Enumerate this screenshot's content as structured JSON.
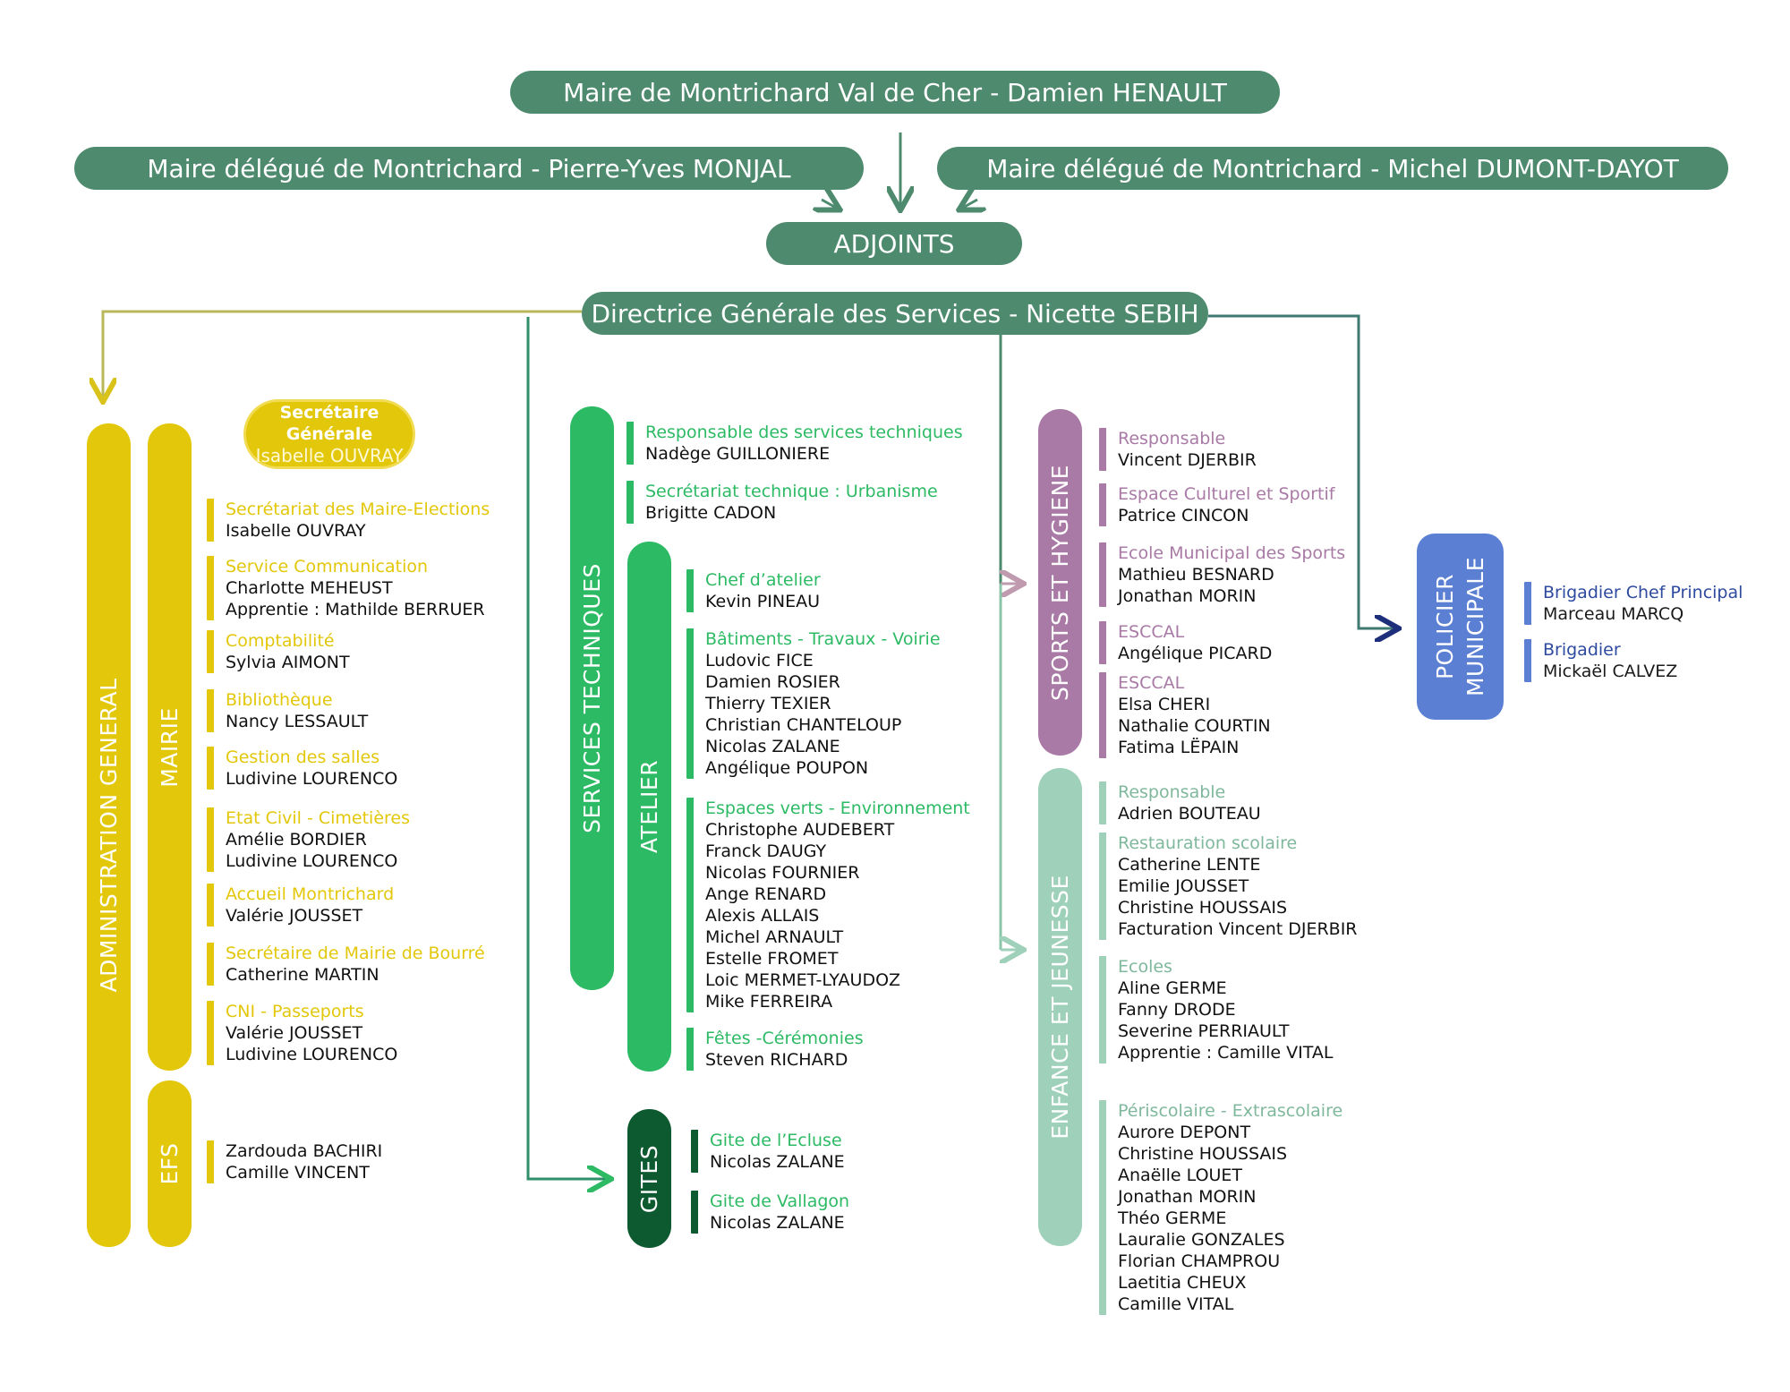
{
  "header": {
    "mayor": "Maire de Montrichard Val de Cher - Damien HENAULT",
    "deputy_left": "Maire délégué de Montrichard - Pierre-Yves MONJAL",
    "deputy_right": "Maire délégué de Montrichard - Michel DUMONT-DAYOT",
    "adjoints": "ADJOINTS",
    "dgs": "Directrice Générale des Services - Nicette SEBIH"
  },
  "colors": {
    "header": "#4e8a6e",
    "admin": "#e3c70a",
    "technique": "#2dba64",
    "gites": "#0e5a30",
    "sports": "#a97aa6",
    "enfance": "#9fd1ba",
    "police": "#5b7fd3",
    "police_text": "#2e4a9e"
  },
  "admin": {
    "bar_label": "ADMINISTRATION GENERAL",
    "mairie_label": "MAIRIE",
    "efs_label": "EFS",
    "secretaire": {
      "title": "Secrétaire Générale",
      "name": "Isabelle OUVRAY"
    },
    "mairie_entries": [
      {
        "title": "Secrétariat des Maire-Elections",
        "names": [
          "Isabelle OUVRAY"
        ]
      },
      {
        "title": "Service Communication",
        "names": [
          "Charlotte MEHEUST",
          "Apprentie : Mathilde BERRUER"
        ]
      },
      {
        "title": "Comptabilité",
        "names": [
          "Sylvia AIMONT"
        ]
      },
      {
        "title": "Bibliothèque",
        "names": [
          "Nancy LESSAULT"
        ]
      },
      {
        "title": "Gestion des salles",
        "names": [
          "Ludivine LOURENCO"
        ]
      },
      {
        "title": "Etat Civil - Cimetières",
        "names": [
          "Amélie BORDIER",
          "Ludivine LOURENCO"
        ]
      },
      {
        "title": "Accueil Montrichard",
        "names": [
          "Valérie JOUSSET"
        ]
      },
      {
        "title": "Secrétaire de Mairie de Bourré",
        "names": [
          "Catherine MARTIN"
        ]
      },
      {
        "title": "CNI - Passeports",
        "names": [
          "Valérie JOUSSET",
          "Ludivine LOURENCO"
        ]
      }
    ],
    "efs_entries": [
      {
        "title": "",
        "names": [
          "Zardouda BACHIRI",
          "Camille VINCENT"
        ]
      }
    ]
  },
  "technique": {
    "bar_label": "SERVICES TECHNIQUES",
    "atelier_label": "ATELIER",
    "gites_label": "GITES",
    "entries": [
      {
        "title": "Responsable des services techniques",
        "names": [
          "Nadège GUILLONIERE"
        ]
      },
      {
        "title": "Secrétariat technique : Urbanisme",
        "names": [
          "Brigitte CADON"
        ]
      }
    ],
    "atelier_entries": [
      {
        "title": "Chef d’atelier",
        "names": [
          "Kevin PINEAU"
        ]
      },
      {
        "title": "Bâtiments - Travaux - Voirie",
        "names": [
          "Ludovic FICE",
          "Damien ROSIER",
          "Thierry TEXIER",
          "Christian CHANTELOUP",
          "Nicolas ZALANE",
          "Angélique POUPON"
        ]
      },
      {
        "title": "Espaces verts - Environnement",
        "names": [
          "Christophe AUDEBERT",
          "Franck DAUGY",
          "Nicolas FOURNIER",
          "Ange RENARD",
          "Alexis ALLAIS",
          "Michel ARNAULT",
          "Estelle FROMET",
          "Loic MERMET-LYAUDOZ",
          "Mike FERREIRA"
        ]
      },
      {
        "title": "Fêtes -Cérémonies",
        "names": [
          "Steven RICHARD"
        ]
      }
    ],
    "gites_entries": [
      {
        "title": "Gite de l’Ecluse",
        "names": [
          "Nicolas ZALANE"
        ]
      },
      {
        "title": "Gite de Vallagon",
        "names": [
          "Nicolas ZALANE"
        ]
      }
    ]
  },
  "sports": {
    "bar_label": "SPORTS ET HYGIENE",
    "entries": [
      {
        "title": "Responsable",
        "names": [
          "Vincent DJERBIR"
        ]
      },
      {
        "title": "Espace Culturel et Sportif",
        "names": [
          "Patrice CINCON"
        ]
      },
      {
        "title": "Ecole Municipal des Sports",
        "names": [
          "Mathieu BESNARD",
          "Jonathan MORIN"
        ]
      },
      {
        "title": "ESCCAL",
        "names": [
          "Angélique PICARD"
        ]
      },
      {
        "title": "ESCCAL",
        "names": [
          "Elsa CHERI",
          "Nathalie COURTIN",
          "Fatima LËPAIN"
        ]
      }
    ]
  },
  "enfance": {
    "bar_label": "ENFANCE ET JEUNESSE",
    "entries": [
      {
        "title": "Responsable",
        "names": [
          "Adrien BOUTEAU"
        ]
      },
      {
        "title": "Restauration scolaire",
        "names": [
          "Catherine LENTE",
          "Emilie JOUSSET",
          "Christine HOUSSAIS",
          "Facturation Vincent DJERBIR"
        ]
      },
      {
        "title": "Ecoles",
        "names": [
          "Aline GERME",
          "Fanny DRODE",
          "Severine PERRIAULT",
          "Apprentie : Camille VITAL"
        ]
      },
      {
        "title": "Périscolaire - Extrascolaire",
        "names": [
          "Aurore DEPONT",
          "Christine HOUSSAIS",
          "Anaëlle LOUET",
          "Jonathan MORIN",
          "Théo GERME",
          "Lauralie GONZALES",
          "Florian CHAMPROU",
          "Laetitia CHEUX",
          "Camille VITAL"
        ]
      }
    ]
  },
  "police": {
    "bar_label_line1": "POLICIER",
    "bar_label_line2": "MUNICIPALE",
    "entries": [
      {
        "title": "Brigadier Chef Principal",
        "names": [
          "Marceau MARCQ"
        ]
      },
      {
        "title": "Brigadier",
        "names": [
          "Mickaël CALVEZ"
        ]
      }
    ]
  }
}
